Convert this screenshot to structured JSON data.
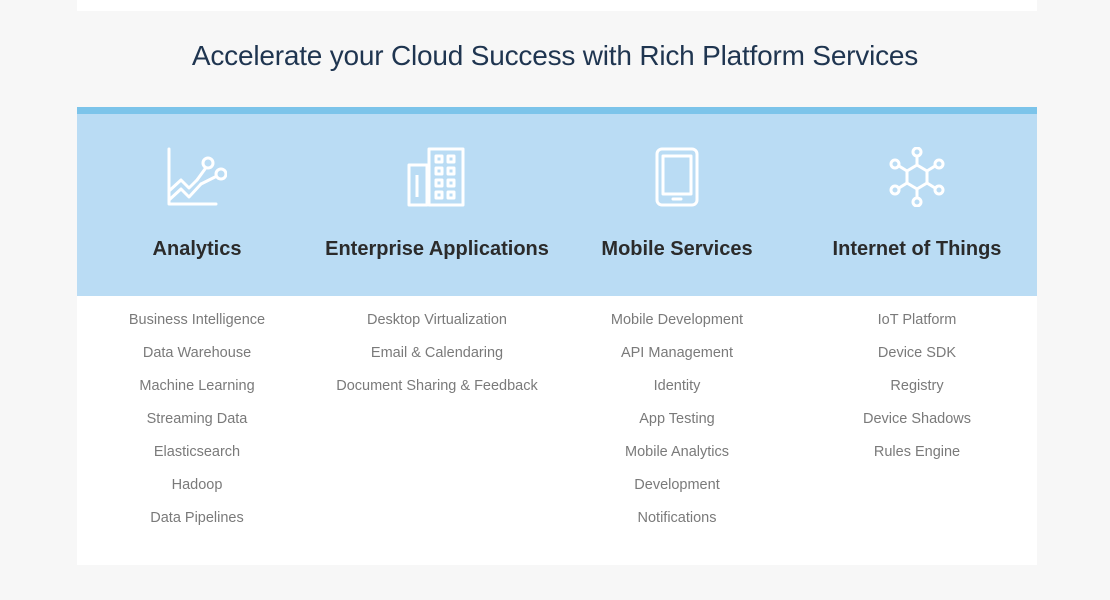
{
  "headline": "Accelerate your Cloud Success with Rich Platform Services",
  "colors": {
    "band": "#badcf4",
    "band_border": "#7cc4ea",
    "headline": "#1f3550",
    "icon": "#ffffff"
  },
  "categories": [
    {
      "icon": "chart-line-icon",
      "title": "Analytics",
      "items": [
        "Business Intelligence",
        "Data Warehouse",
        "Machine Learning",
        "Streaming Data",
        "Elasticsearch",
        "Hadoop",
        "Data Pipelines"
      ]
    },
    {
      "icon": "building-icon",
      "title": "Enterprise Applications",
      "items": [
        "Desktop Virtualization",
        "Email & Calendaring",
        "Document Sharing & Feedback"
      ]
    },
    {
      "icon": "tablet-icon",
      "title": "Mobile Services",
      "items": [
        "Mobile Development",
        "API Management",
        "Identity",
        "App Testing",
        "Mobile Analytics",
        "Development",
        "Notifications"
      ]
    },
    {
      "icon": "iot-network-icon",
      "title": "Internet of Things",
      "items": [
        "IoT Platform",
        "Device SDK",
        "Registry",
        "Device Shadows",
        "Rules Engine"
      ]
    }
  ]
}
